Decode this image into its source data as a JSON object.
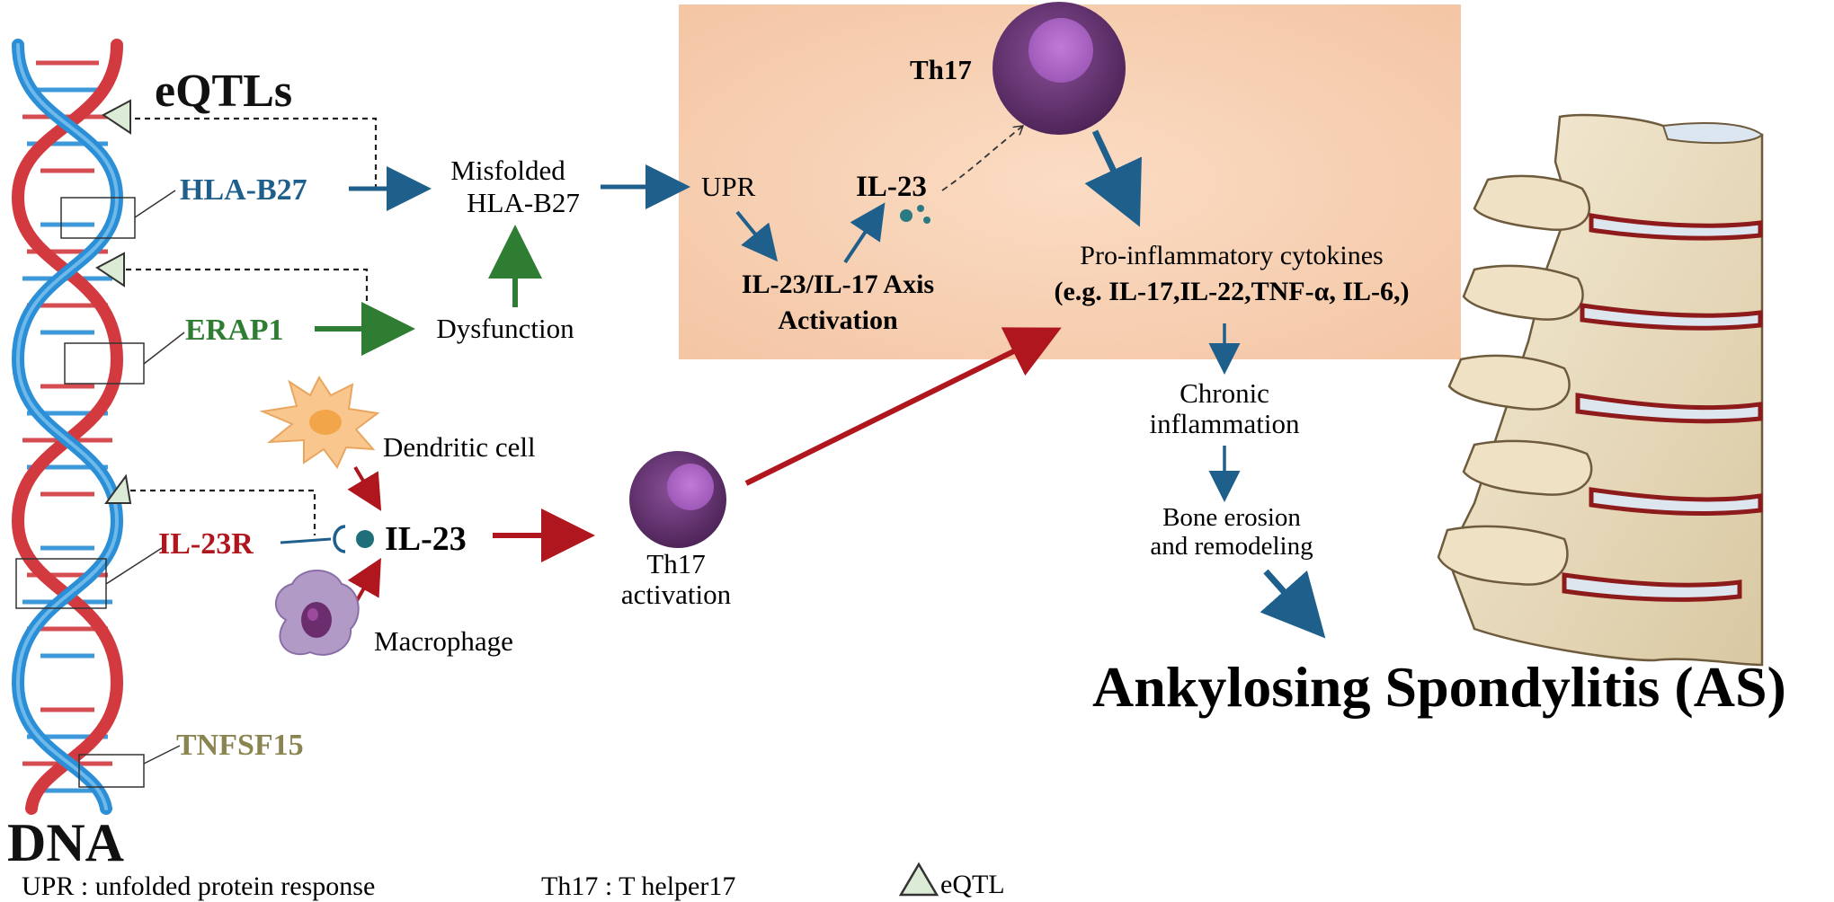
{
  "labels": {
    "eqtls": "eQTLs",
    "dna": "DNA",
    "hla_b27": "HLA-B27",
    "erap1": "ERAP1",
    "il23r": "IL-23R",
    "tnfsf15": "TNFSF15",
    "misfolded_1": "Misfolded",
    "misfolded_2": "HLA-B27",
    "dysfunction": "Dysfunction",
    "upr": "UPR",
    "il23_top": "IL-23",
    "axis_1": "IL-23/IL-17 Axis",
    "axis_2": "Activation",
    "th17_top": "Th17",
    "cytokines_1": "Pro-inflammatory cytokines",
    "cytokines_2": "(e.g. IL-17,IL-22,TNF-α, IL-6,)",
    "chronic_1": "Chronic",
    "chronic_2": "inflammation",
    "bone_1": "Bone erosion",
    "bone_2": "and remodeling",
    "as_title": "Ankylosing Spondylitis (AS)",
    "dendritic": "Dendritic cell",
    "macrophage": "Macrophage",
    "il23_mid": "IL-23",
    "th17_act_1": "Th17",
    "th17_act_2": "activation"
  },
  "legend": {
    "upr": "UPR : unfolded protein response",
    "th17": "Th17 : T helper17",
    "eqtl": "eQTL"
  },
  "colors": {
    "blue": "#1f5f8b",
    "green": "#2e7d32",
    "red": "#b0161e",
    "olive": "#8a8550",
    "panel": "#f7d2b3",
    "th17": "#6b3b7a",
    "dna_blue": "#2a8fd6",
    "dna_red": "#d23a3f"
  }
}
